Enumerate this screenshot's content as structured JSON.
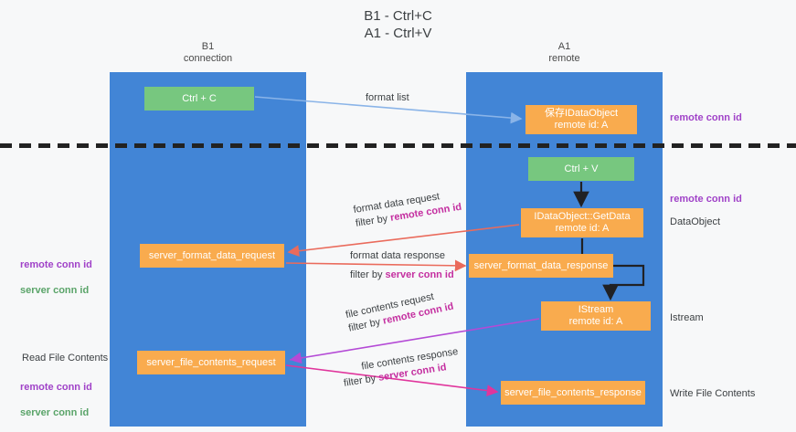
{
  "diagram": {
    "title": "B1 - Ctrl+C\nA1 - Ctrl+V",
    "columns": [
      {
        "id": "b1",
        "label": "B1\nconnection"
      },
      {
        "id": "a1",
        "label": "A1\nremote"
      }
    ],
    "colors": {
      "lane": "#4285d6",
      "node_orange": "#f9ab4e",
      "node_green": "#77c77f",
      "accent_purple": "#a042c8",
      "accent_green": "#5aa469",
      "accent_magenta": "#c42fa0",
      "arrow_blue": "#8ab4e8",
      "arrow_red": "#ea6b5c",
      "arrow_black": "#202124",
      "arrow_pink": "#e0359c",
      "arrow_violet": "#b44ad6",
      "background": "#f7f8f9"
    },
    "nodes": [
      {
        "id": "ctrl-c",
        "line1": "Ctrl + C",
        "line2": "",
        "color": "green",
        "lane": "b1"
      },
      {
        "id": "save-idataobject",
        "line1": "保存IDataObject",
        "line2": "remote id: A",
        "color": "orange",
        "lane": "a1"
      },
      {
        "id": "ctrl-v",
        "line1": "Ctrl + V",
        "line2": "",
        "color": "green",
        "lane": "a1"
      },
      {
        "id": "idataobject-getdata",
        "line1": "IDataObject::GetData",
        "line2": "remote id: A",
        "color": "orange",
        "lane": "a1"
      },
      {
        "id": "server-format-data-request",
        "line1": "server_format_data_request",
        "line2": "",
        "color": "orange",
        "lane": "b1"
      },
      {
        "id": "server-format-data-response",
        "line1": "server_format_data_response",
        "line2": "",
        "color": "orange",
        "lane": "a1"
      },
      {
        "id": "istream",
        "line1": "IStream",
        "line2": "remote id: A",
        "color": "orange",
        "lane": "a1"
      },
      {
        "id": "server-file-contents-request",
        "line1": "server_file_contents_request",
        "line2": "",
        "color": "orange",
        "lane": "b1"
      },
      {
        "id": "server-file-contents-response",
        "line1": "server_file_contents_response",
        "line2": "",
        "color": "orange",
        "lane": "a1"
      }
    ],
    "edge_labels": [
      {
        "id": "format-list",
        "text": "format list",
        "highlight": ""
      },
      {
        "id": "format-data-request",
        "text": "format data request",
        "filter_prefix": "filter by ",
        "filter_key": "remote conn id"
      },
      {
        "id": "format-data-response",
        "text": "format data response",
        "filter_prefix": "filter by ",
        "filter_key": "server conn id"
      },
      {
        "id": "file-contents-request",
        "text": "file contents request",
        "filter_prefix": "filter by ",
        "filter_key": "remote conn id"
      },
      {
        "id": "file-contents-response",
        "text": "file contents response",
        "filter_prefix": "filter by ",
        "filter_key": "server conn id"
      }
    ],
    "right_labels": [
      {
        "id": "remote-conn-id-top",
        "text": "remote conn id",
        "style": "purple"
      },
      {
        "id": "remote-conn-id-mid",
        "text": "remote conn id",
        "style": "purple"
      },
      {
        "id": "dataobject",
        "text": "DataObject",
        "style": "plain"
      },
      {
        "id": "istream-label",
        "text": "Istream",
        "style": "plain"
      },
      {
        "id": "write-file-contents",
        "text": "Write File Contents",
        "style": "plain"
      }
    ],
    "left_labels": [
      {
        "id": "conn-ids-mid-remote",
        "text": "remote conn id",
        "style": "purple"
      },
      {
        "id": "conn-ids-mid-server",
        "text": "server conn id",
        "style": "green"
      },
      {
        "id": "read-file-contents",
        "text": "Read File Contents",
        "style": "plain"
      },
      {
        "id": "conn-ids-low-remote",
        "text": "remote conn id",
        "style": "purple"
      },
      {
        "id": "conn-ids-low-server",
        "text": "server conn id",
        "style": "green"
      }
    ]
  }
}
